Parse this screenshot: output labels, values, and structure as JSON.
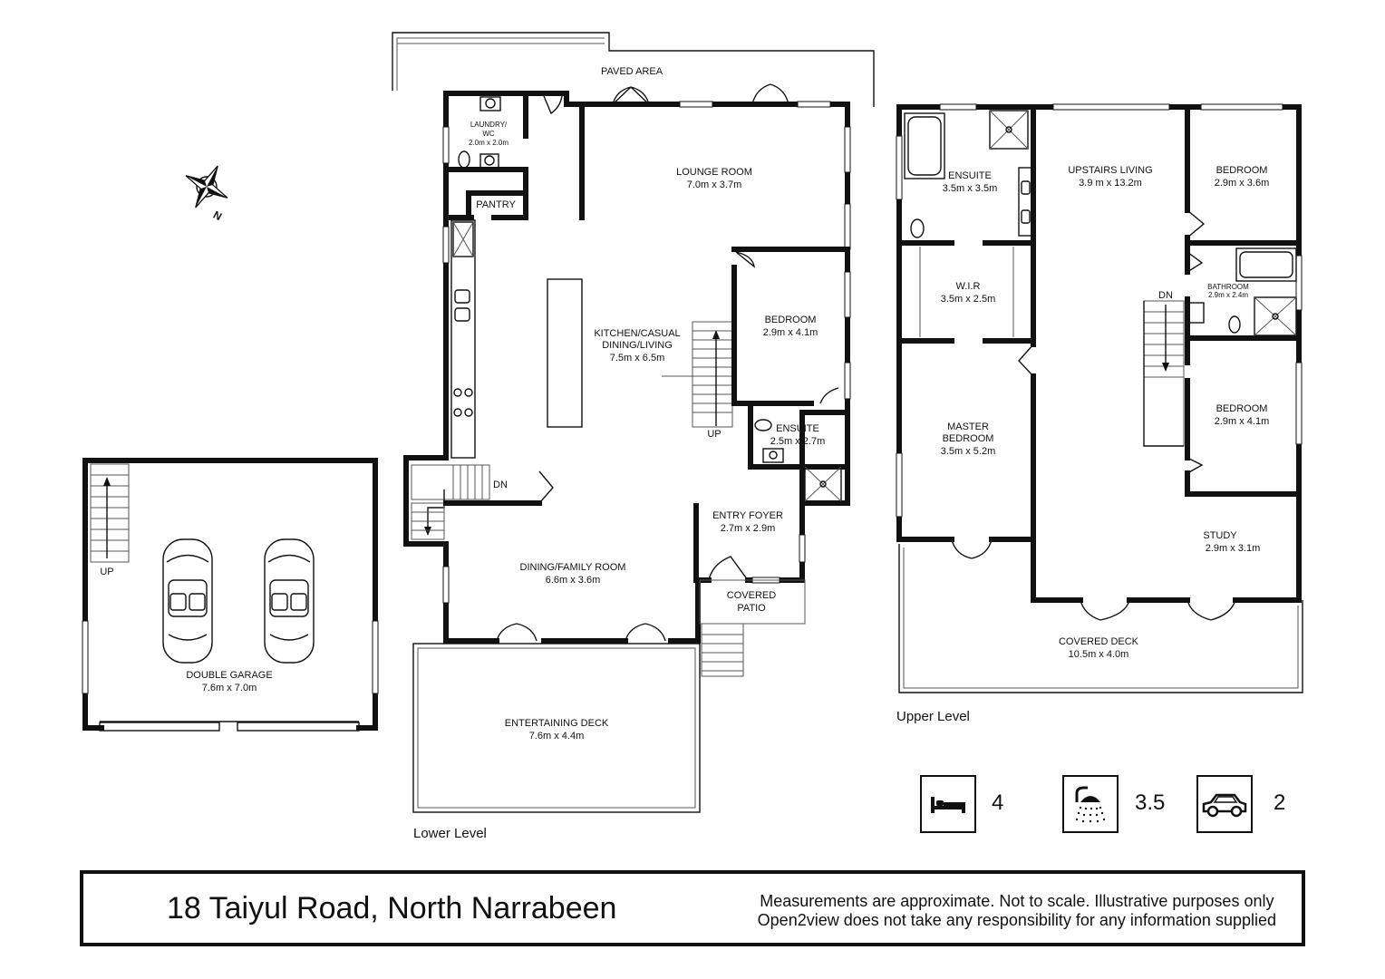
{
  "rooms": {
    "paved_area": "PAVED AREA",
    "laundry_1": "LAUNDRY/",
    "laundry_2": "WC",
    "laundry_dim": "2.0m x 2.0m",
    "pantry": "PANTRY",
    "lounge": "LOUNGE ROOM",
    "lounge_dim": "7.0m x 3.7m",
    "kitchen_1": "KITCHEN/CASUAL",
    "kitchen_2": "DINING/LIVING",
    "kitchen_dim": "7.5m x 6.5m",
    "bedroom_lower": "BEDROOM",
    "bedroom_lower_dim": "2.9m x 4.1m",
    "ensuite_lower": "ENSUITE",
    "ensuite_lower_dim": "2.5m x 2.7m",
    "entry": "ENTRY FOYER",
    "entry_dim": "2.7m x 2.9m",
    "patio_1": "COVERED",
    "patio_2": "PATIO",
    "dining": "DINING/FAMILY ROOM",
    "dining_dim": "6.6m x 3.6m",
    "deck_lower": "ENTERTAINING DECK",
    "deck_lower_dim": "7.6m x 4.4m",
    "garage": "DOUBLE GARAGE",
    "garage_dim": "7.6m x 7.0m",
    "ensuite_upper": "ENSUITE",
    "ensuite_upper_dim": "3.5m x 3.5m",
    "wir": "W.I.R",
    "wir_dim": "3.5m x 2.5m",
    "master_1": "MASTER",
    "master_2": "BEDROOM",
    "master_dim": "3.5m x 5.2m",
    "upstairs_living": "UPSTAIRS LIVING",
    "upstairs_living_dim": "3.9 m x 13.2m",
    "bedroom_upper_1": "BEDROOM",
    "bedroom_upper_1_dim": "2.9m x 3.6m",
    "bathroom": "BATHROOM",
    "bathroom_dim": "2.9m x 2.4m",
    "bedroom_upper_2": "BEDROOM",
    "bedroom_upper_2_dim": "2.9m x 4.1m",
    "study": "STUDY",
    "study_dim": "2.9m x 3.1m",
    "deck_upper": "COVERED DECK",
    "deck_upper_dim": "10.5m x 4.0m"
  },
  "stairs": {
    "up_kitchen": "UP",
    "dn_lower": "DN",
    "up_garage": "UP",
    "dn_upper": "DN"
  },
  "compass_letter": "N",
  "levels": {
    "lower": "Lower Level",
    "upper": "Upper Level"
  },
  "stats": {
    "bedrooms": "4",
    "bathrooms": "3.5",
    "car_spaces": "2",
    "bed_icon": "bed-icon",
    "bath_icon": "shower-icon",
    "car_icon": "car-icon"
  },
  "footer": {
    "address": "18 Taiyul Road, North Narrabeen",
    "disclaimer_line1": "Measurements are approximate. Not to scale. Illustrative purposes only",
    "disclaimer_line2": "Open2view does not take any responsibility for any information supplied"
  }
}
